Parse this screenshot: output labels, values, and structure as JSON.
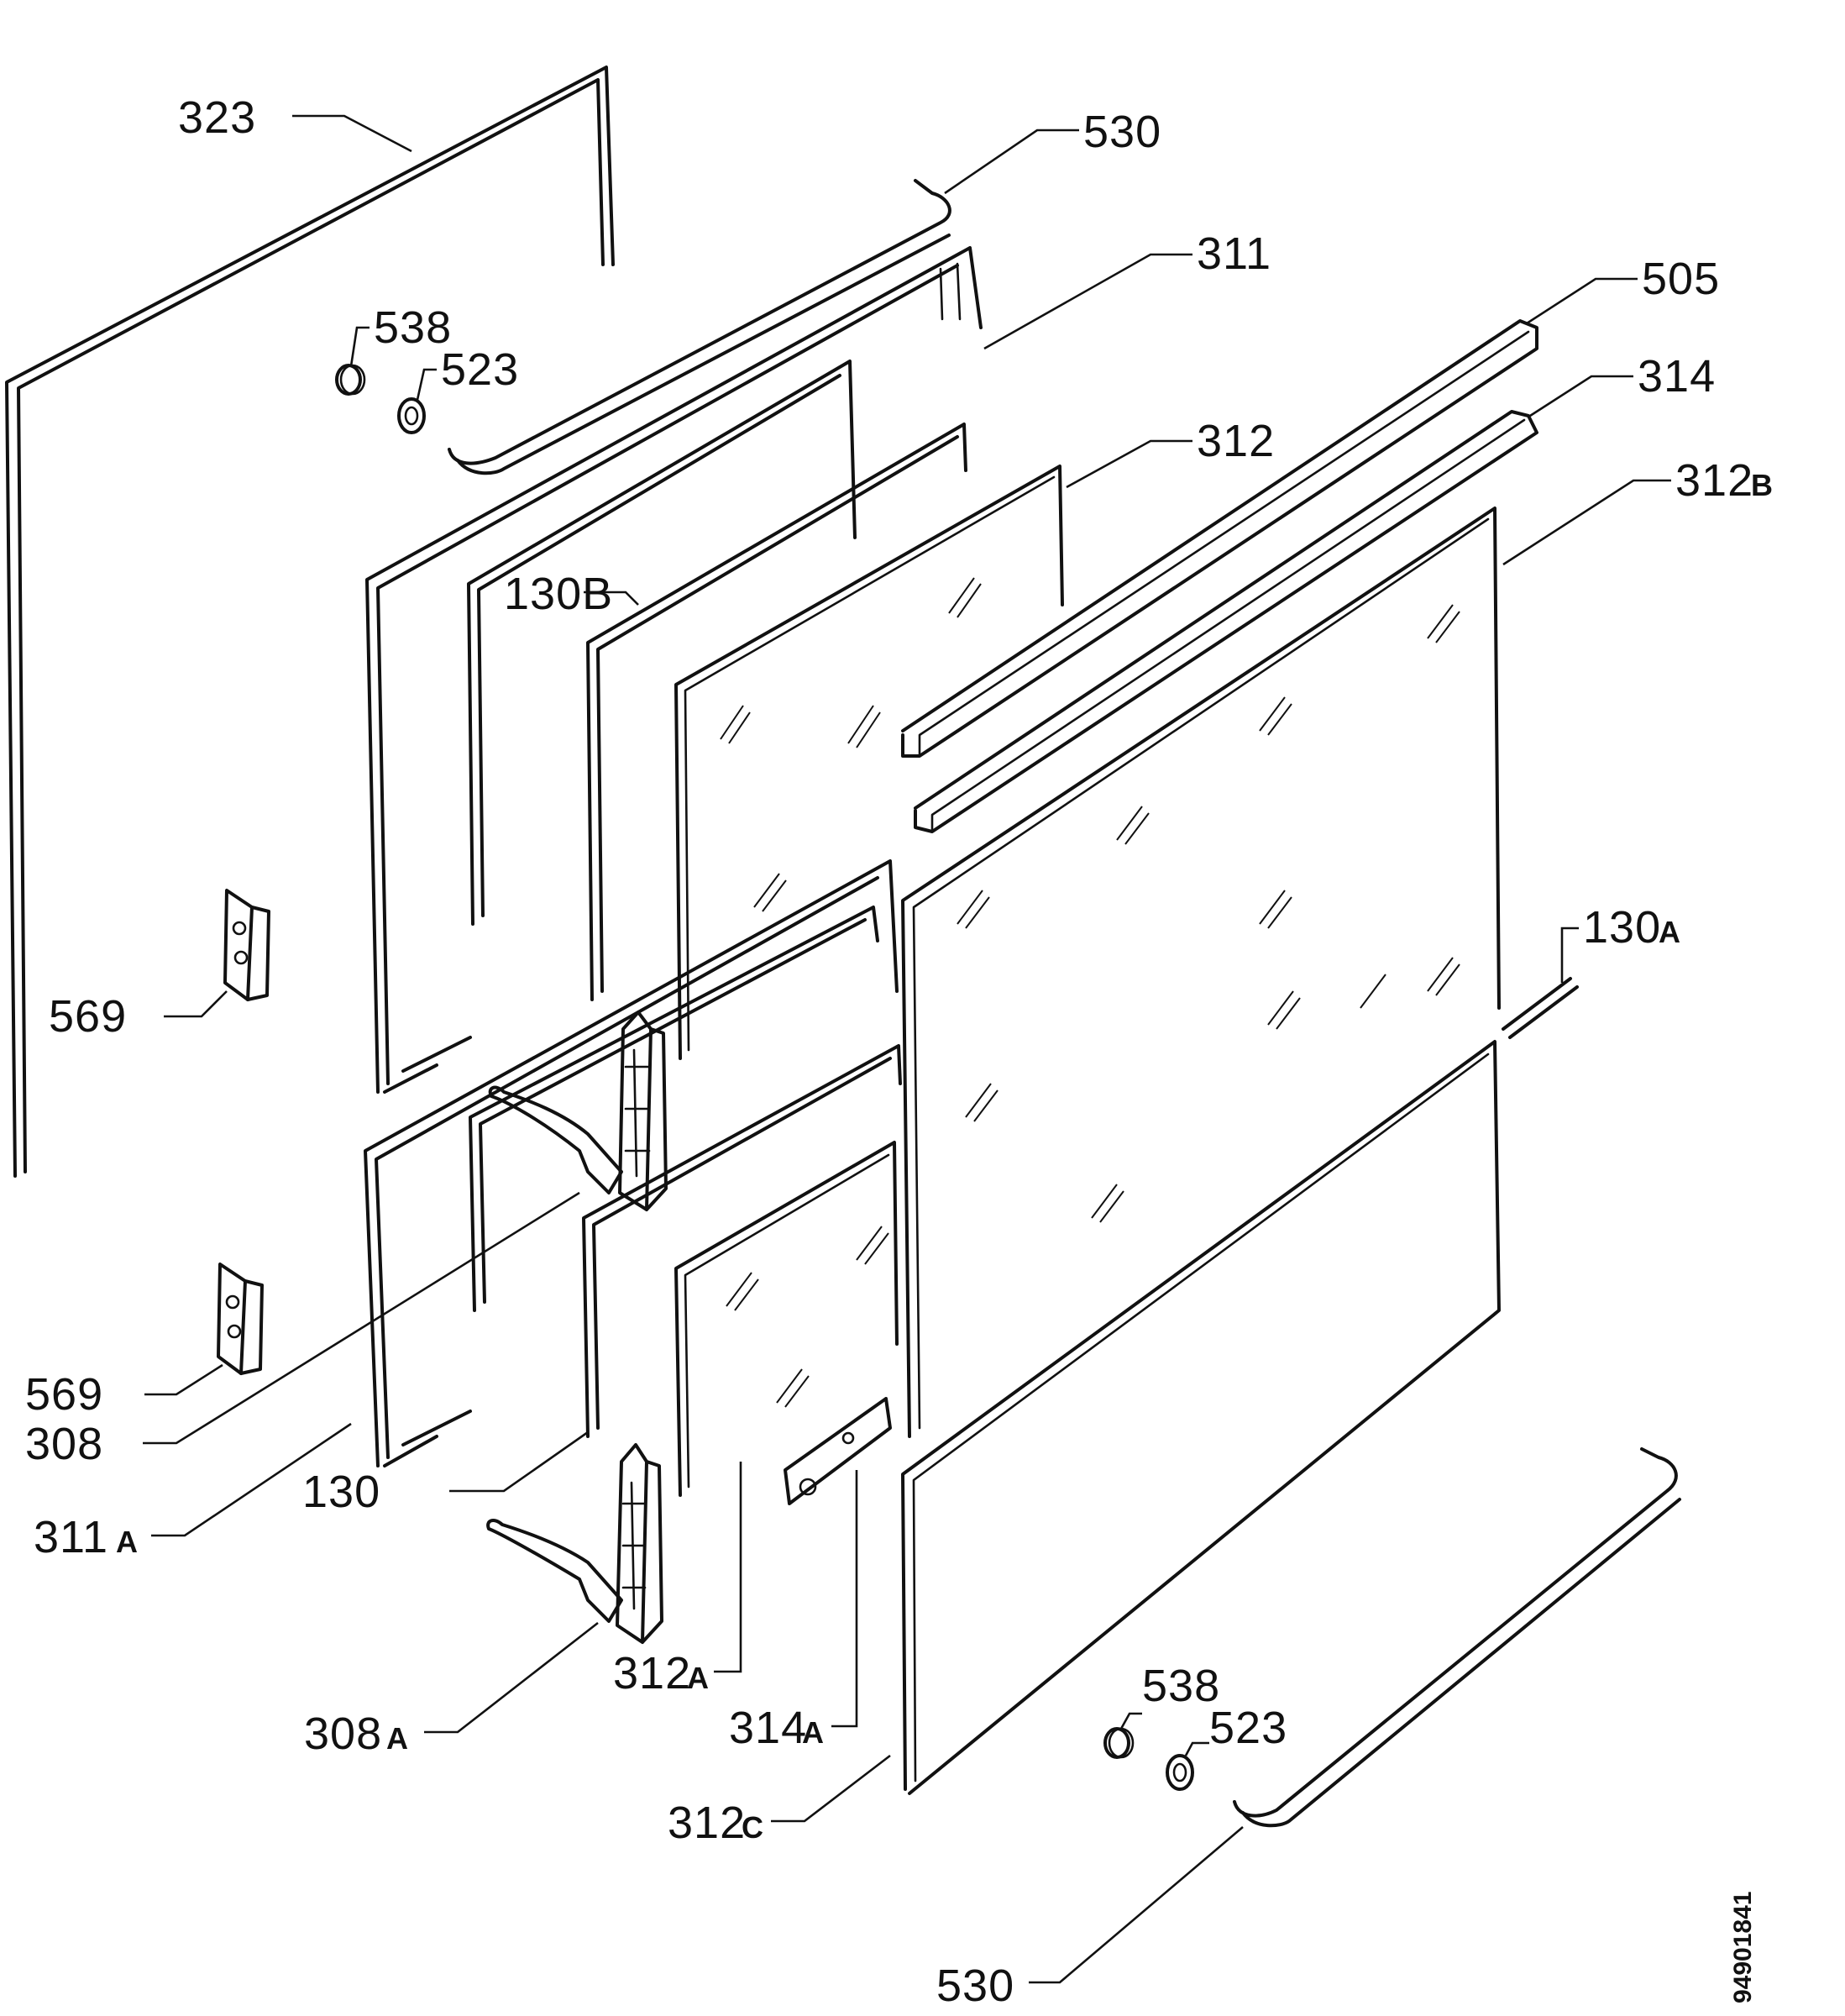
{
  "labels": {
    "l323": "323",
    "l530_top": "530",
    "l311": "311",
    "l505": "505",
    "l538_top": "538",
    "l523_top": "523",
    "l314": "314",
    "l312": "312",
    "l312b_num": "312",
    "l312b_suf": "B",
    "l130b": "130B",
    "l130a_num": "130",
    "l130a_suf": "A",
    "l569_top": "569",
    "l569_bot": "569",
    "l308": "308",
    "l130": "130",
    "l311a_num": "311",
    "l311a_suf": "A",
    "l312a_num": "312",
    "l312a_suf": "A",
    "l314a_num": "314",
    "l314a_suf": "A",
    "l308a_num": "308",
    "l308a_suf": "A",
    "l538_bot": "538",
    "l523_bot": "523",
    "l312c_num": "312",
    "l312c_suf": "C",
    "l530_bot": "530"
  },
  "document_id": "94901841"
}
